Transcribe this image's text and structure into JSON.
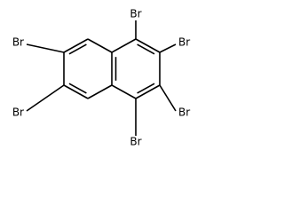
{
  "molecule": {
    "rings": 2,
    "ring_type": "naphthalene",
    "substituent_atoms": [
      {
        "id": "br1",
        "label": "Br"
      },
      {
        "id": "br2",
        "label": "Br"
      },
      {
        "id": "br3",
        "label": "Br"
      },
      {
        "id": "br4",
        "label": "Br"
      },
      {
        "id": "br5",
        "label": "Br"
      },
      {
        "id": "br6",
        "label": "Br"
      }
    ]
  }
}
